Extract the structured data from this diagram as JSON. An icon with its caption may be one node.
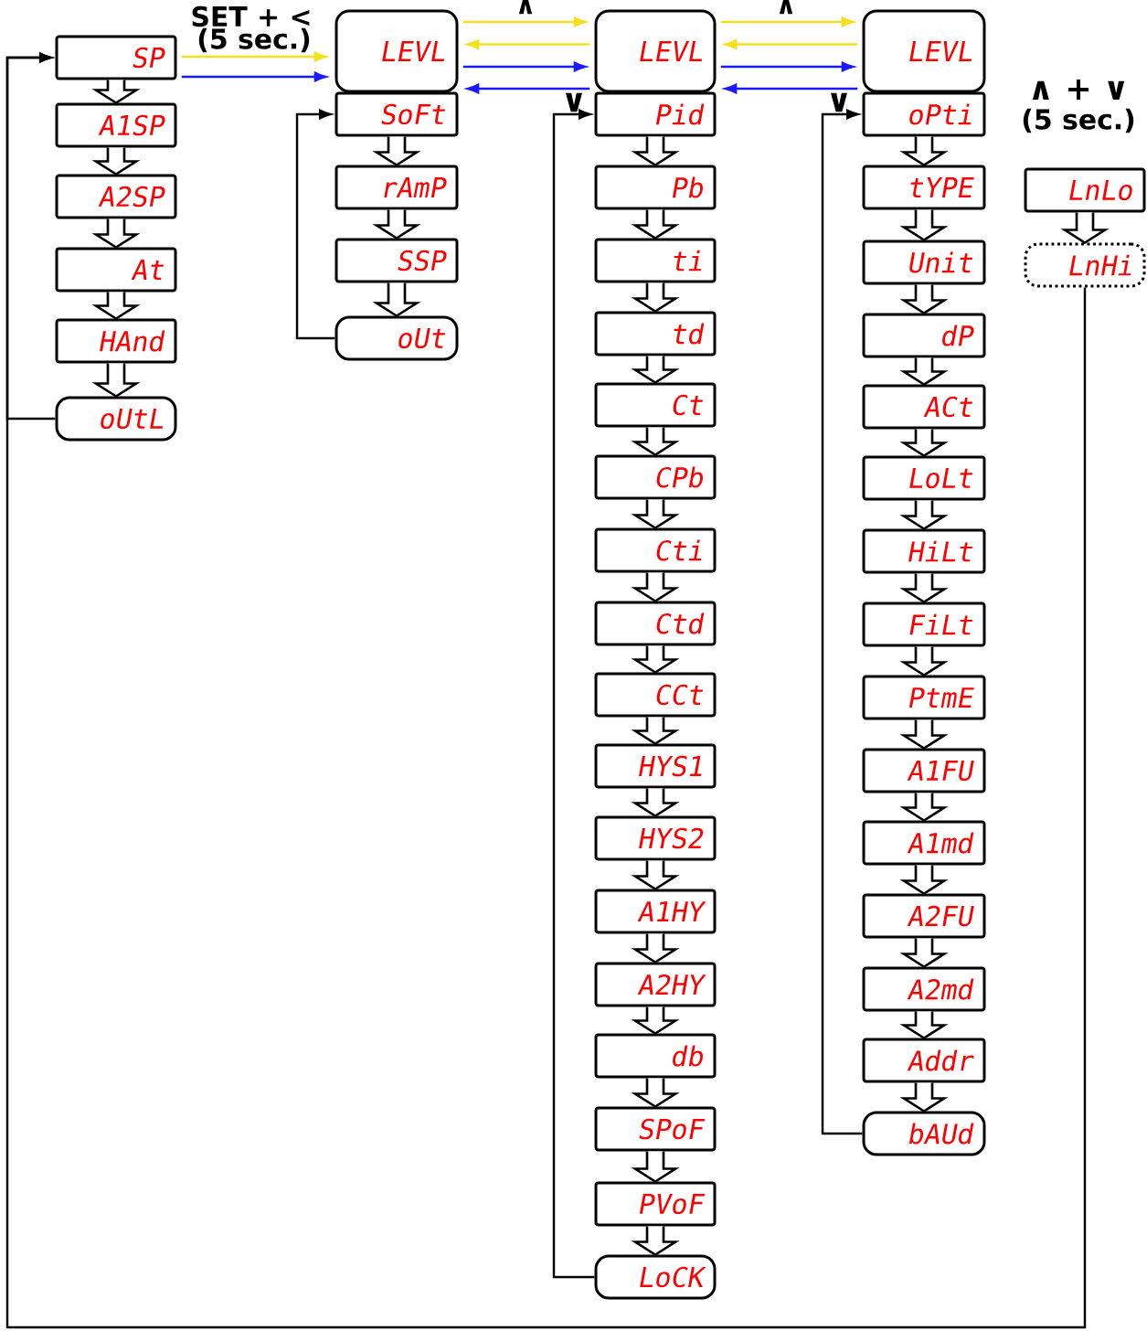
{
  "diagram": {
    "nodes": [
      {
        "text": [
          "SP"
        ]
      },
      {
        "text": [
          "A1SP"
        ]
      },
      {
        "text": [
          "A2SP"
        ]
      },
      {
        "text": [
          "At"
        ]
      },
      {
        "text": [
          "HAnd"
        ]
      },
      {
        "text": [
          "oUtL"
        ]
      },
      {
        "text": [
          "LEVL"
        ]
      },
      {
        "text": [
          "SoFt"
        ]
      },
      {
        "text": [
          "rAmP"
        ]
      },
      {
        "text": [
          "SSP"
        ]
      },
      {
        "text": [
          "oUt"
        ]
      },
      {
        "text": [
          "LEVL"
        ]
      },
      {
        "text": [
          "Pid"
        ]
      },
      {
        "text": [
          "Pb"
        ]
      },
      {
        "text": [
          "ti"
        ]
      },
      {
        "text": [
          "td"
        ]
      },
      {
        "text": [
          "Ct"
        ]
      },
      {
        "text": [
          "CPb"
        ]
      },
      {
        "text": [
          "Cti"
        ]
      },
      {
        "text": [
          "Ctd"
        ]
      },
      {
        "text": [
          "CCt"
        ]
      },
      {
        "text": [
          "HYS1"
        ]
      },
      {
        "text": [
          "HYS2"
        ]
      },
      {
        "text": [
          "A1HY"
        ]
      },
      {
        "text": [
          "A2HY"
        ]
      },
      {
        "text": [
          "db"
        ]
      },
      {
        "text": [
          "SPoF"
        ]
      },
      {
        "text": [
          "PVoF"
        ]
      },
      {
        "text": [
          "LoCK"
        ]
      },
      {
        "text": [
          "LEVL"
        ]
      },
      {
        "text": [
          "oPti"
        ]
      },
      {
        "text": [
          "tYPE"
        ]
      },
      {
        "text": [
          "Unit"
        ]
      },
      {
        "text": [
          "dP"
        ]
      },
      {
        "text": [
          "ACt"
        ]
      },
      {
        "text": [
          "LoLt"
        ]
      },
      {
        "text": [
          "HiLt"
        ]
      },
      {
        "text": [
          "FiLt"
        ]
      },
      {
        "text": [
          "PtmE"
        ]
      },
      {
        "text": [
          "A1FU"
        ]
      },
      {
        "text": [
          "A1md"
        ]
      },
      {
        "text": [
          "A2FU"
        ]
      },
      {
        "text": [
          "A2md"
        ]
      },
      {
        "text": [
          "Addr"
        ]
      },
      {
        "text": [
          "bAUd"
        ]
      },
      {
        "text": [
          "LnLo"
        ]
      },
      {
        "text": [
          "LnHi"
        ]
      }
    ],
    "edges": [
      {
        "from": 0,
        "to": 1,
        "arrow": "to"
      },
      {
        "from": 1,
        "to": 2,
        "arrow": "to"
      },
      {
        "from": 2,
        "to": 3,
        "arrow": "to"
      },
      {
        "from": 3,
        "to": 4,
        "arrow": "to"
      },
      {
        "from": 4,
        "to": 5,
        "arrow": "to"
      },
      {
        "from": 7,
        "to": 8,
        "arrow": "to"
      },
      {
        "from": 8,
        "to": 9,
        "arrow": "to"
      },
      {
        "from": 9,
        "to": 10,
        "arrow": "to"
      },
      {
        "from": 12,
        "to": 13,
        "arrow": "to"
      },
      {
        "from": 13,
        "to": 14,
        "arrow": "to"
      },
      {
        "from": 14,
        "to": 15,
        "arrow": "to"
      },
      {
        "from": 15,
        "to": 16,
        "arrow": "to"
      },
      {
        "from": 16,
        "to": 17,
        "arrow": "to"
      },
      {
        "from": 17,
        "to": 18,
        "arrow": "to"
      },
      {
        "from": 18,
        "to": 19,
        "arrow": "to"
      },
      {
        "from": 19,
        "to": 20,
        "arrow": "to"
      },
      {
        "from": 20,
        "to": 21,
        "arrow": "to"
      },
      {
        "from": 21,
        "to": 22,
        "arrow": "to"
      },
      {
        "from": 22,
        "to": 23,
        "arrow": "to"
      },
      {
        "from": 23,
        "to": 24,
        "arrow": "to"
      },
      {
        "from": 24,
        "to": 25,
        "arrow": "to"
      },
      {
        "from": 25,
        "to": 26,
        "arrow": "to"
      },
      {
        "from": 26,
        "to": 27,
        "arrow": "to"
      },
      {
        "from": 27,
        "to": 28,
        "arrow": "to"
      },
      {
        "from": 30,
        "to": 31,
        "arrow": "to"
      },
      {
        "from": 31,
        "to": 32,
        "arrow": "to"
      },
      {
        "from": 32,
        "to": 33,
        "arrow": "to"
      },
      {
        "from": 33,
        "to": 34,
        "arrow": "to"
      },
      {
        "from": 34,
        "to": 35,
        "arrow": "to"
      },
      {
        "from": 35,
        "to": 36,
        "arrow": "to"
      },
      {
        "from": 36,
        "to": 37,
        "arrow": "to"
      },
      {
        "from": 37,
        "to": 38,
        "arrow": "to"
      },
      {
        "from": 38,
        "to": 39,
        "arrow": "to"
      },
      {
        "from": 39,
        "to": 40,
        "arrow": "to"
      },
      {
        "from": 40,
        "to": 41,
        "arrow": "to"
      },
      {
        "from": 41,
        "to": 42,
        "arrow": "to"
      },
      {
        "from": 42,
        "to": 43,
        "arrow": "to"
      },
      {
        "from": 43,
        "to": 44,
        "arrow": "to"
      },
      {
        "from": 45,
        "to": 46,
        "arrow": "to"
      },
      {
        "from": 5,
        "to": 0,
        "arrow": "to"
      },
      {
        "from": 10,
        "to": 7,
        "arrow": "to"
      },
      {
        "from": 28,
        "to": 12,
        "arrow": "to"
      },
      {
        "from": 44,
        "to": 30,
        "arrow": "to"
      },
      {
        "from": 46,
        "to": 0,
        "arrow": "to"
      },
      {
        "from": 0,
        "to": 6,
        "arrow": "to",
        "color": "#f5e020"
      },
      {
        "from": 0,
        "to": 6,
        "arrow": "to",
        "color": "#1a1aff"
      },
      {
        "from": 6,
        "to": 11,
        "arrow": "to",
        "color": "#f5e020"
      },
      {
        "from": 6,
        "to": 11,
        "arrow": "to",
        "color": "#1a1aff"
      },
      {
        "from": 11,
        "to": 6,
        "arrow": "to",
        "color": "#f5e020"
      },
      {
        "from": 11,
        "to": 6,
        "arrow": "to",
        "color": "#1a1aff"
      },
      {
        "from": 11,
        "to": 29,
        "arrow": "to",
        "color": "#f5e020"
      },
      {
        "from": 11,
        "to": 29,
        "arrow": "to",
        "color": "#1a1aff"
      },
      {
        "from": 29,
        "to": 11,
        "arrow": "to",
        "color": "#f5e020"
      },
      {
        "from": 29,
        "to": 11,
        "arrow": "to",
        "color": "#1a1aff"
      }
    ],
    "labels": [
      "SET + <",
      "(5 sec.)",
      "∧",
      "∨",
      "∧",
      "∨",
      "∧ + ∨",
      "(5 sec.)"
    ]
  }
}
